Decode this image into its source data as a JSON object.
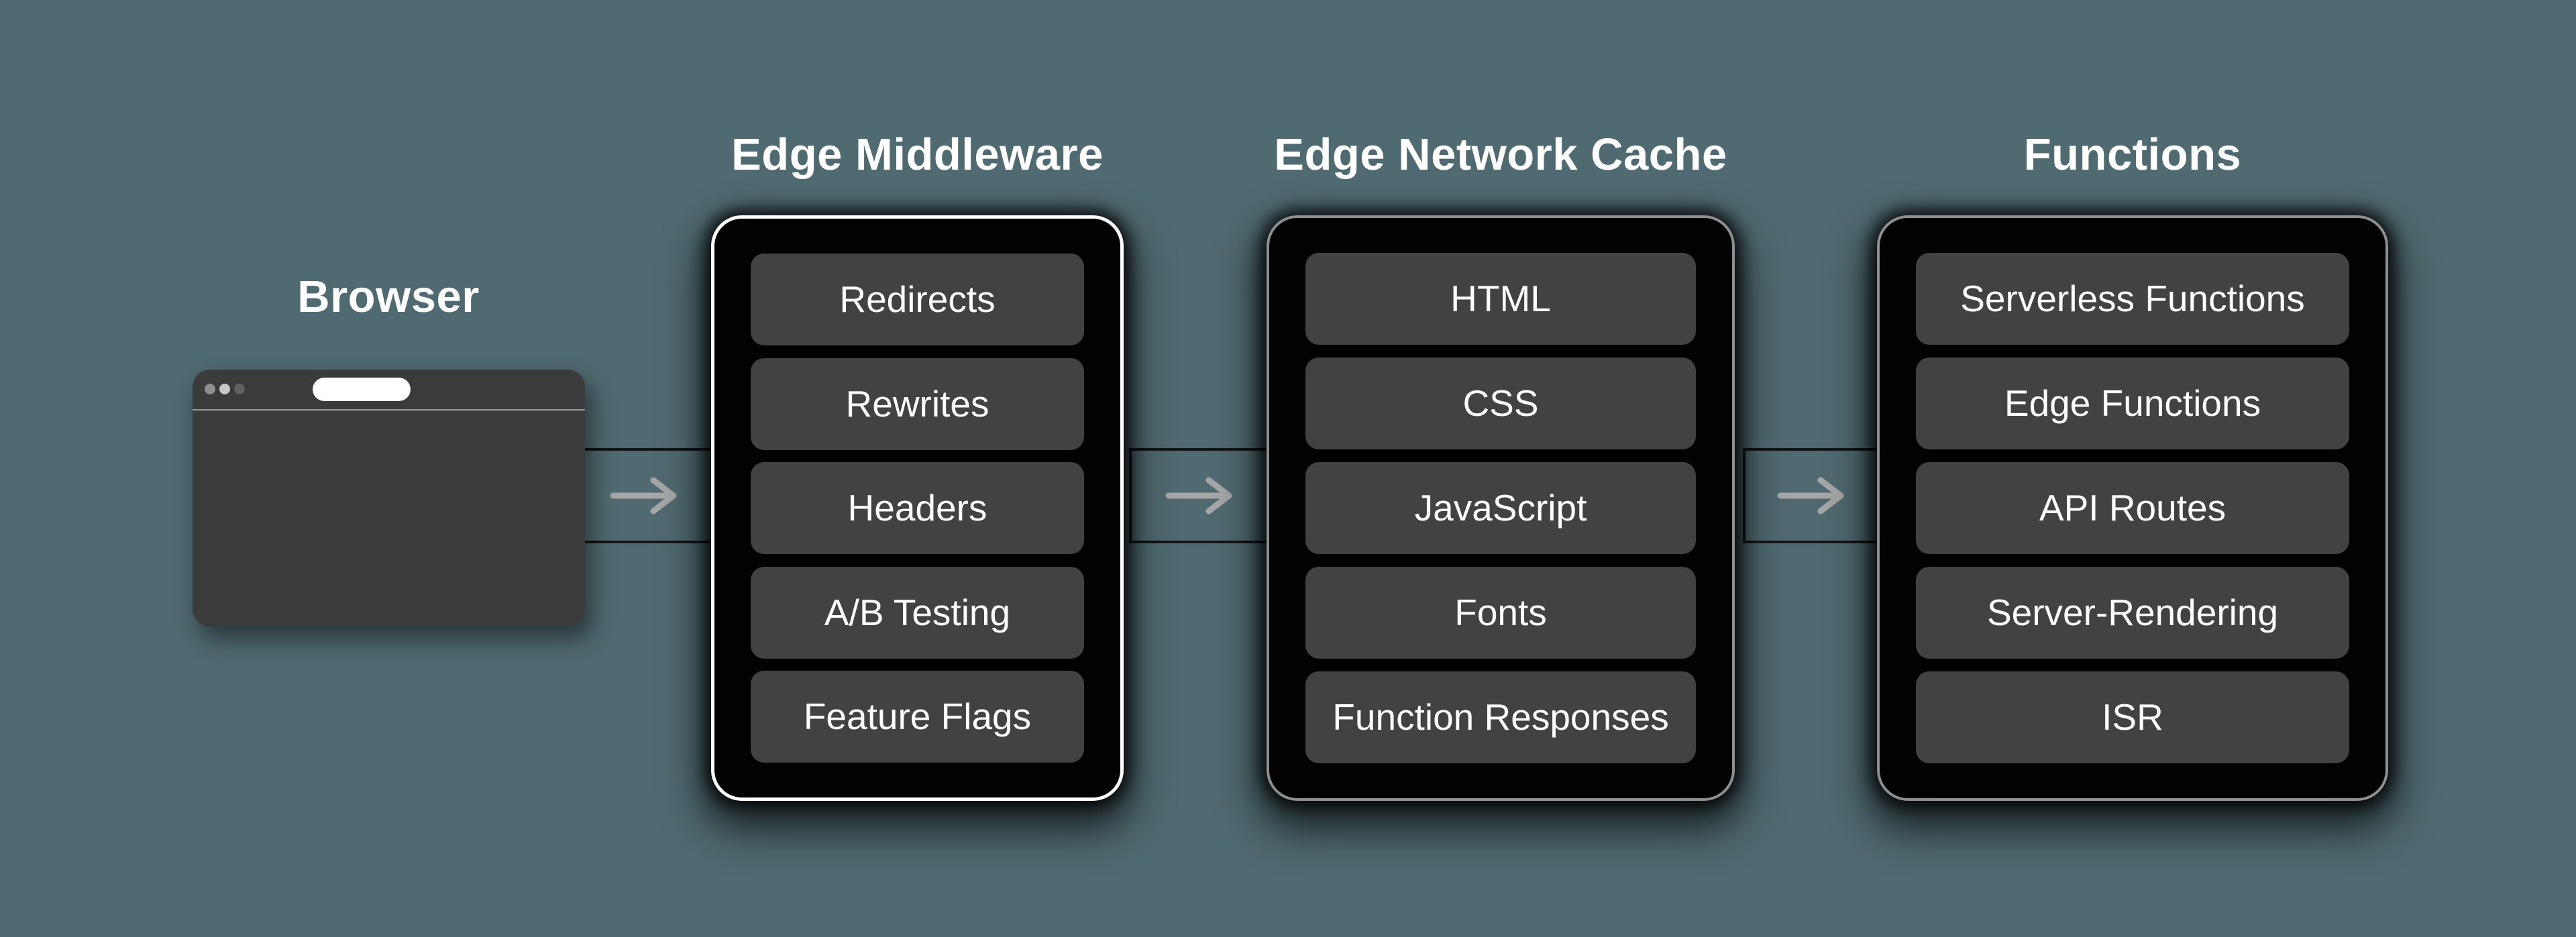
{
  "browser": {
    "title": "Browser"
  },
  "columns": [
    {
      "title": "Edge Middleware",
      "highlighted": true,
      "items": [
        "Redirects",
        "Rewrites",
        "Headers",
        "A/B Testing",
        "Feature Flags"
      ]
    },
    {
      "title": "Edge Network Cache",
      "highlighted": false,
      "items": [
        "HTML",
        "CSS",
        "JavaScript",
        "Fonts",
        "Function Responses"
      ]
    },
    {
      "title": "Functions",
      "highlighted": false,
      "items": [
        "Serverless Functions",
        "Edge Functions",
        "API Routes",
        "Server-Rendering",
        "ISR"
      ]
    }
  ],
  "icons": {
    "flow_arrow": "arrow-right"
  },
  "colors": {
    "background": "#4f6a70",
    "panel_background": "#020202",
    "panel_border_highlight": "#ffffff",
    "panel_border": "#8f8f8f",
    "pill_background": "#424242",
    "text": "#ffffff",
    "arrow": "#a6a6a6",
    "connector_stroke": "#141414",
    "browser_window": "#3b3b3b",
    "address_bar": "#ffffff",
    "dot_left": "#8e8e8e",
    "dot_middle": "#c8c8c8",
    "dot_right": "#606060"
  }
}
